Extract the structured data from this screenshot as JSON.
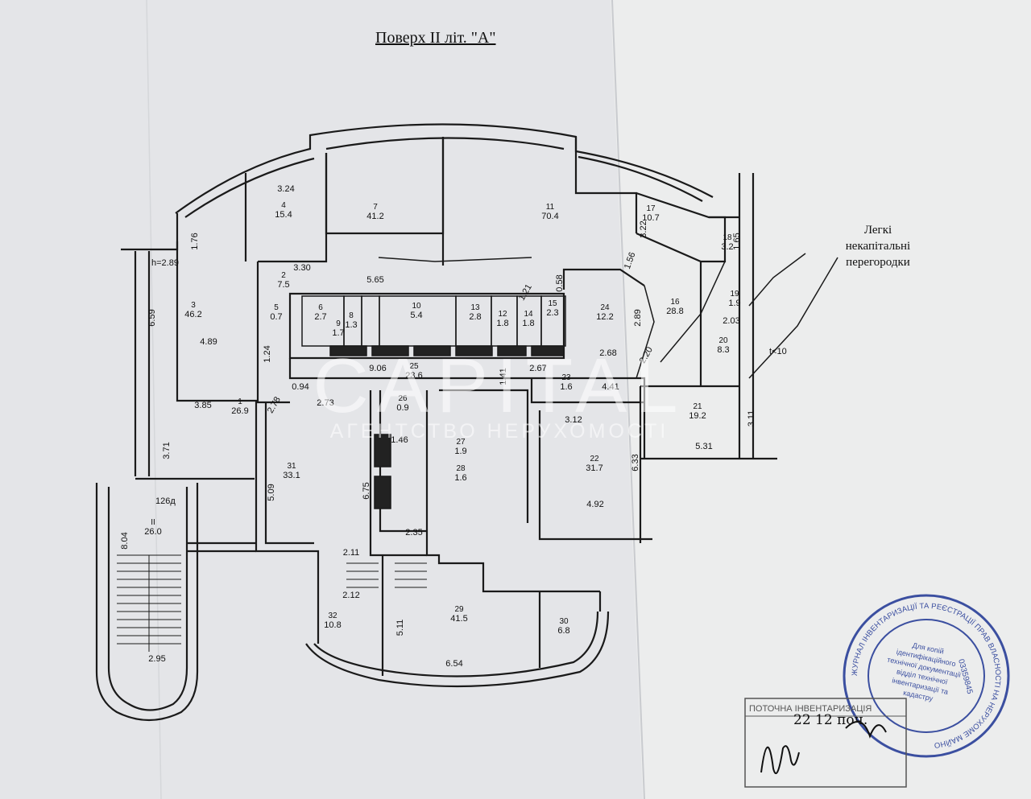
{
  "title": "Поверх II літ. \"А\"",
  "note_lines": [
    "Легкі",
    "некапітальні",
    "перегородки"
  ],
  "watermark": {
    "brand": "CAPITAL",
    "tagline": "АГЕНТСТВО НЕРУХОМОСТІ"
  },
  "height_label": "h=2.89",
  "rooms": [
    {
      "n": "1",
      "a": "26.9"
    },
    {
      "n": "2",
      "a": "7.5"
    },
    {
      "n": "3",
      "a": "46.2"
    },
    {
      "n": "4",
      "a": "15.4"
    },
    {
      "n": "5",
      "a": "0.7"
    },
    {
      "n": "6",
      "a": "2.7"
    },
    {
      "n": "7",
      "a": "41.2"
    },
    {
      "n": "8",
      "a": "1.3"
    },
    {
      "n": "9",
      "a": "1.7"
    },
    {
      "n": "10",
      "a": "5.4"
    },
    {
      "n": "11",
      "a": "70.4"
    },
    {
      "n": "12",
      "a": "1.8"
    },
    {
      "n": "13",
      "a": "2.8"
    },
    {
      "n": "14",
      "a": "1.8"
    },
    {
      "n": "15",
      "a": "2.3"
    },
    {
      "n": "16",
      "a": "28.8"
    },
    {
      "n": "17",
      "a": "10.7"
    },
    {
      "n": "18",
      "a": "3.2"
    },
    {
      "n": "19",
      "a": "1.9"
    },
    {
      "n": "20",
      "a": "8.3"
    },
    {
      "n": "21",
      "a": "19.2"
    },
    {
      "n": "22",
      "a": "31.7"
    },
    {
      "n": "23",
      "a": "1.6"
    },
    {
      "n": "24",
      "a": "12.2"
    },
    {
      "n": "25",
      "a": "23.6"
    },
    {
      "n": "26",
      "a": "0.9"
    },
    {
      "n": "27",
      "a": "1.9"
    },
    {
      "n": "28",
      "a": "1.6"
    },
    {
      "n": "29",
      "a": "41.5"
    },
    {
      "n": "30",
      "a": "6.8"
    },
    {
      "n": "31",
      "a": "33.1"
    },
    {
      "n": "32",
      "a": "10.8"
    },
    {
      "n": "II",
      "a": "26.0"
    }
  ],
  "dimensions": [
    "3.24",
    "1.76",
    "3.30",
    "5.65",
    "0.58",
    "3.22",
    "1.65",
    "1.56",
    "6.59",
    "4.89",
    "1.24",
    "9.06",
    "1.41",
    "2.67",
    "2.68",
    "2.89",
    "2.20",
    "2.03",
    "0.94",
    "2.73",
    "2.78",
    "3.85",
    "4.41",
    "3.12",
    "3.11",
    "5.31",
    "1.46",
    "6.75",
    "5.09",
    "6.33",
    "4.92",
    "3.71",
    "2.35",
    "2.11",
    "2.12",
    "5.11",
    "6.54",
    "8.04",
    "2.95",
    "1.21"
  ],
  "labels": {
    "t": "t<10",
    "stair": "126д"
  },
  "stamp": {
    "ring": "ЖУРНАЛ ІНВЕНТАРИЗАЦІЇ ТА РЕЄСТРАЦІЇ ПРАВ ВЛАСНОСТІ НА НЕРУХОМЕ МАЙНО",
    "center": [
      "Для копій",
      "ідентифікаційного",
      "технічної документації",
      "відділ технічної",
      "інвентаризації та",
      "кадастру"
    ],
    "code": "03359845"
  },
  "box_text": "ПОТОЧНА ІНВЕНТАРИЗАЦІЯ",
  "signature_text": "22 12 поч.",
  "colors": {
    "paper": "#e7e8ea",
    "line": "#1a1a1a",
    "stamp": "#3b4fa0",
    "background": "#a9aeb6"
  }
}
